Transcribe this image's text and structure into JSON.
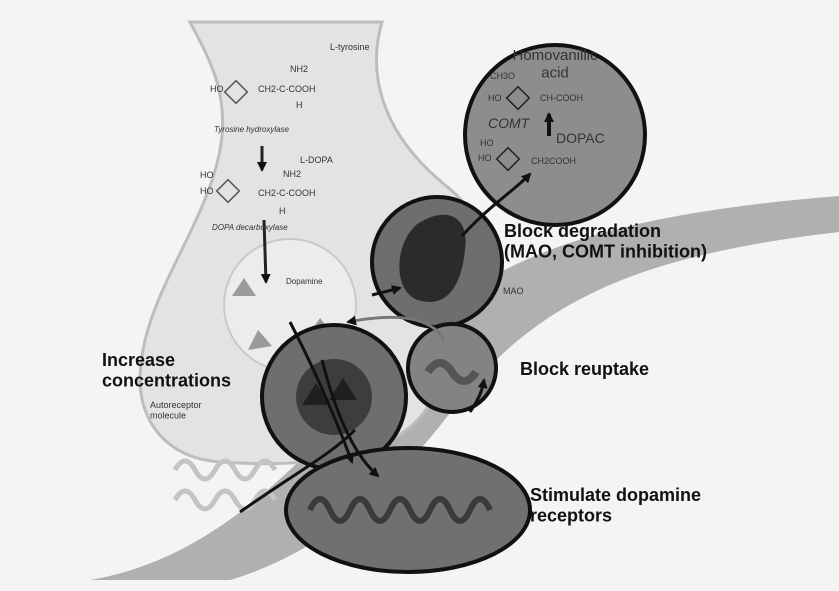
{
  "synapse": {
    "l_tyrosine": "L-tyrosine",
    "nh2": "NH2",
    "tyrosine_formula_left": "HO",
    "tyrosine_formula_right": "CH2-C-COOH",
    "h": "H",
    "tyrosine_hydroxylase": "Tyrosine hydroxylase",
    "l_dopa": "L-DOPA",
    "dopa_ho_top": "HO",
    "dopa_ho": "HO",
    "dopa_formula_right": "CH2-C-COOH",
    "dopa_decarboxylase": "DOPA decarboxylase",
    "dopamine": "Dopamine",
    "mao": "MAO",
    "autoreceptor": "Autoreceptor\nmolecule"
  },
  "metabolites": {
    "title": "Homovanillic\nacid",
    "ch3o": "CH3O",
    "hva_ho": "HO",
    "hva_chain": "CH-COOH",
    "comt": "COMT",
    "dopac": "DOPAC",
    "dopac_ho_top": "HO",
    "dopac_ho": "HO",
    "dopac_chain": "CH2COOH"
  },
  "labels": {
    "block_degradation": "Block degradation\n(MAO, COMT inhibition)",
    "increase_concentrations": "Increase\nconcentrations",
    "block_reuptake": "Block reuptake",
    "stimulate_receptors": "Stimulate dopamine\nreceptors"
  },
  "colors": {
    "background": "#f4f4f4",
    "terminal": "#e3e3e3",
    "circle_dark": "#6e6e6e",
    "circle_mid": "#8d8d8d",
    "core_dark": "#2b2b2b",
    "postsynaptic": "#a9a9a9"
  }
}
